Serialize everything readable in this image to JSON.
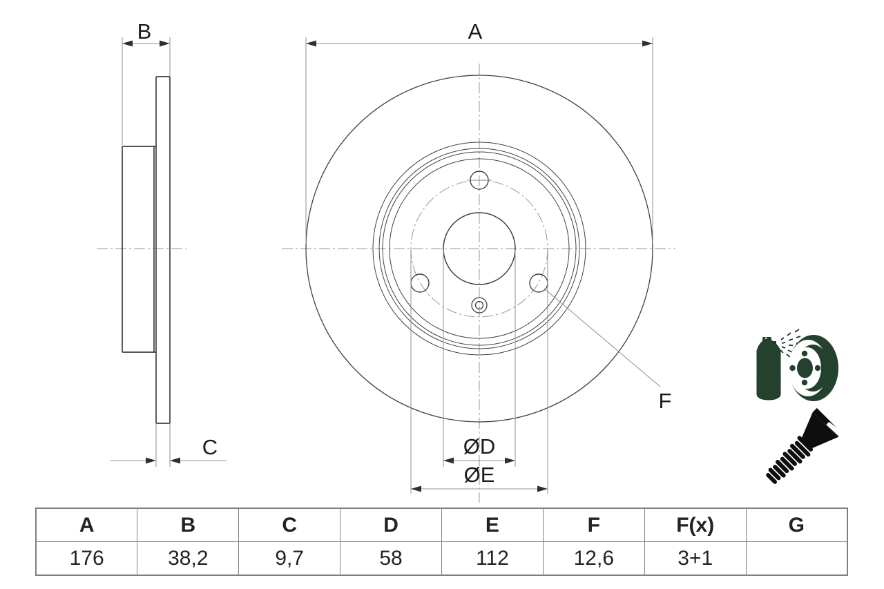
{
  "drawing": {
    "labels": {
      "A": "A",
      "B": "B",
      "C": "C",
      "F": "F",
      "diameter_d": "ØD",
      "diameter_e": "ØE"
    }
  },
  "table": {
    "headers": [
      "A",
      "B",
      "C",
      "D",
      "E",
      "F",
      "F(x)",
      "G"
    ],
    "values": [
      "176",
      "38,2",
      "9,7",
      "58",
      "112",
      "12,6",
      "3+1",
      ""
    ]
  },
  "icons": {
    "spray_can": "spray-can-coating-icon",
    "coated_disc": "coated-brake-disc-icon",
    "screw": "countersunk-screw-icon"
  },
  "colors": {
    "object_line": "#3f3f3f",
    "dimension_line": "#8f8f8f",
    "label_text": "#1a1a1a",
    "table_border": "#7f7f7f",
    "icon_green": "#24402e",
    "icon_green_dark": "#1d3626",
    "icon_black": "#0e0e0e"
  }
}
